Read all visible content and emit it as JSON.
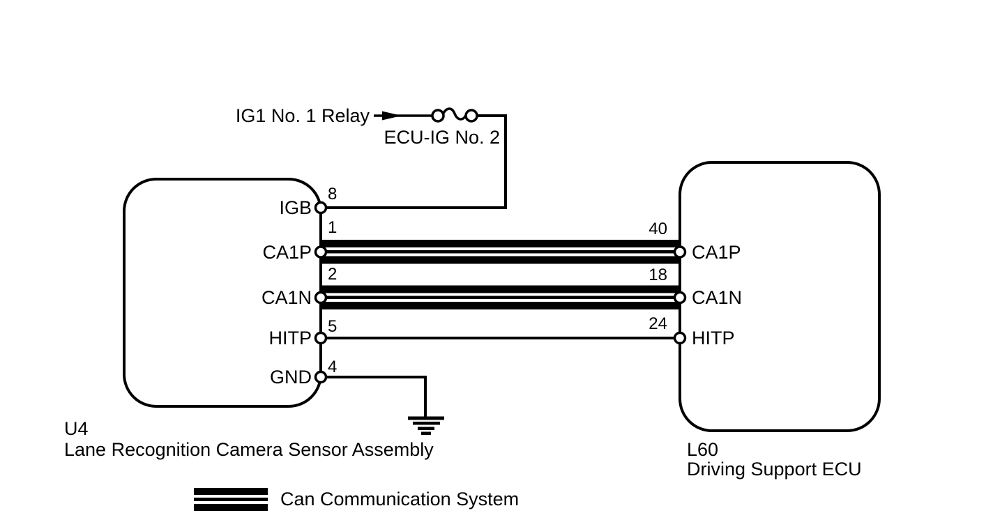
{
  "diagram": {
    "power": {
      "relay_label": "IG1 No. 1 Relay",
      "fuse_label": "ECU-IG No. 2"
    },
    "left_component": {
      "code": "U4",
      "name": "Lane Recognition Camera Sensor Assembly",
      "pins": [
        {
          "label": "IGB",
          "number": "8"
        },
        {
          "label": "CA1P",
          "number": "1"
        },
        {
          "label": "CA1N",
          "number": "2"
        },
        {
          "label": "HITP",
          "number": "5"
        },
        {
          "label": "GND",
          "number": "4"
        }
      ]
    },
    "right_component": {
      "code": "L60",
      "name": "Driving Support ECU",
      "pins": [
        {
          "label": "CA1P",
          "number": "40"
        },
        {
          "label": "CA1N",
          "number": "18"
        },
        {
          "label": "HITP",
          "number": "24"
        }
      ]
    },
    "legend": {
      "label": "Can Communication System"
    },
    "colors": {
      "line": "#000000",
      "background": "#ffffff"
    }
  }
}
